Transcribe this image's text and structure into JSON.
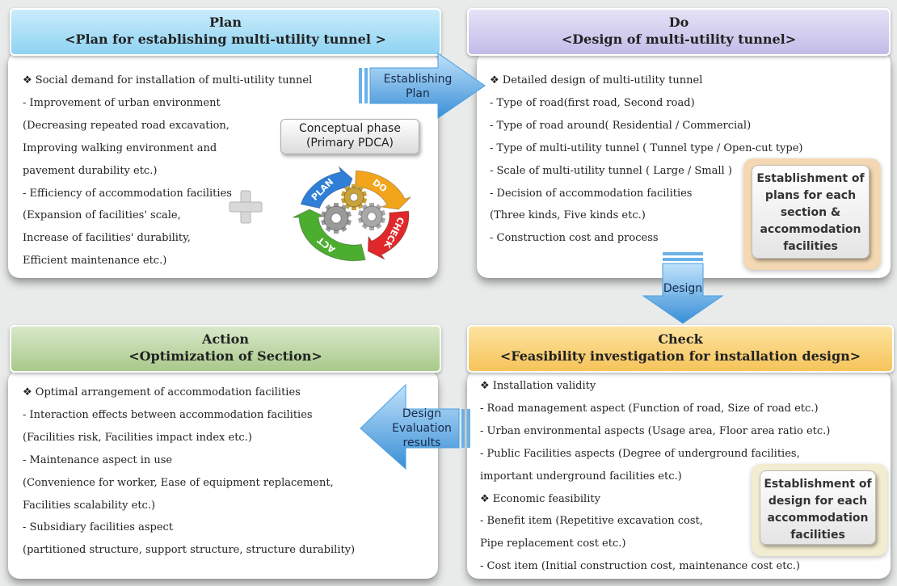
{
  "plan": {
    "title": "Plan",
    "subtitle": "<Plan for establishing multi-utility tunnel >",
    "items": [
      "❖  Social demand for installation of multi-utility tunnel",
      "- Improvement of urban environment",
      "   (Decreasing repeated road excavation,",
      "   Improving walking environment and",
      "   pavement durability etc.)",
      "- Efficiency of accommodation facilities",
      "   (Expansion of facilities' scale,",
      "   Increase of facilities' durability,",
      "   Efficient maintenance  etc.)"
    ]
  },
  "do": {
    "title": "Do",
    "subtitle": "<Design of multi-utility tunnel>",
    "items": [
      "❖  Detailed design of multi-utility tunnel",
      "- Type of road(first road, Second road)",
      "- Type of road around( Residential  / Commercial)",
      "- Type of multi-utility tunnel  ( Tunnel type / Open-cut type)",
      "- Scale of multi-utility tunnel  ( Large  / Small )",
      " - Decision of accommodation facilities",
      "   (Three kinds, Five kinds etc.)",
      " - Construction cost and process"
    ],
    "establishment": [
      "Establishment of",
      "plans for each",
      "section &",
      "accommodation",
      "facilities"
    ]
  },
  "action": {
    "title": "Action",
    "subtitle": "<Optimization of Section>",
    "items": [
      "❖  Optimal arrangement  of accommodation facilities",
      "- Interaction effects between accommodation facilities",
      "   (Facilities risk, Facilities impact index etc.)",
      "- Maintenance  aspect in use",
      "   (Convenience for worker, Ease of equipment replacement,",
      "   Facilities scalability etc.)",
      "- Subsidiary facilities aspect",
      "   (partitioned structure, support structure, structure durability)"
    ]
  },
  "check": {
    "title": "Check",
    "subtitle": "<Feasibility investigation for installation design>",
    "items": [
      "❖  Installation validity",
      "- Road management aspect (Function of road, Size of road etc.)",
      "- Urban environmental aspects (Usage area, Floor area ratio etc.)",
      "- Public Facilities aspects (Degree of underground facilities,",
      "  important underground  facilities etc.)",
      "❖  Economic feasibility",
      "- Benefit item (Repetitive excavation cost,",
      "  Pipe replacement  cost etc.)",
      "- Cost item (Initial construction cost,  maintenance cost etc.)"
    ],
    "establishment": [
      "Establishment of",
      "design for each",
      "accommodation",
      "facilities"
    ]
  },
  "arrows": {
    "establishing": [
      "Establishing",
      "Plan"
    ],
    "design": "Design",
    "evaluation": [
      "Design",
      "Evaluation",
      "results"
    ]
  },
  "concept": [
    "Conceptual phase",
    "(Primary PDCA)"
  ],
  "cycle": {
    "labels": [
      "PLAN",
      "DO",
      "CHECK",
      "ACT"
    ],
    "colors": [
      "#2f7fd8",
      "#f2a51a",
      "#e0282a",
      "#4cae2f"
    ]
  }
}
